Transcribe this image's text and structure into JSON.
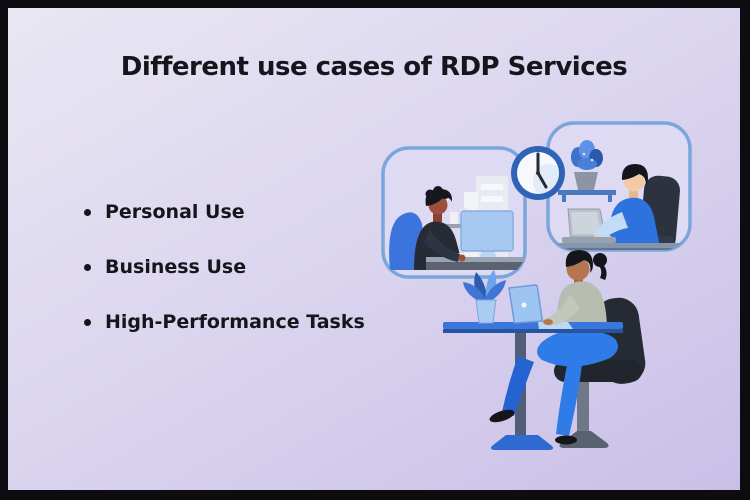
{
  "title": "Different use cases of RDP Services",
  "bullets": [
    "Personal Use",
    "Business Use",
    "High-Performance Tasks"
  ],
  "illustration": {
    "description": "Three people working remotely: man at desktop in rounded frame, man at laptop in rounded frame with wall clock and shelf plant, woman seated on office chair at desk with laptop and plant"
  },
  "colors": {
    "border": "#0c0c11",
    "background_start": "#e9e7f3",
    "background_end": "#cabfe7",
    "text": "#15161c",
    "frame_stroke": "#7ba6db",
    "frame_fill": "#dedaf3",
    "accent_blue": "#2e72dd",
    "desk_blue": "#3a76dc",
    "clock_ring": "#2e63b5",
    "chair_dark": "#262b33"
  }
}
